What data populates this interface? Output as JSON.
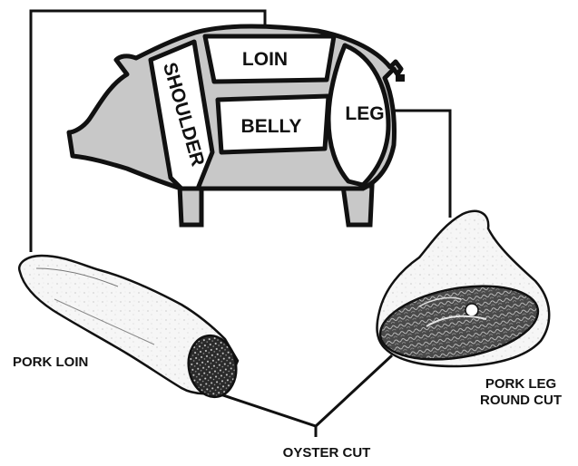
{
  "diagram": {
    "pig_cuts": {
      "loin": "LOIN",
      "shoulder": "SHOULDER",
      "belly": "BELLY",
      "leg": "LEG"
    },
    "captions": {
      "pork_loin": "PORK LOIN",
      "pork_leg_line1": "PORK LEG",
      "pork_leg_line2": "ROUND CUT",
      "oyster_cut": "OYSTER CUT"
    },
    "colors": {
      "ink": "#111111",
      "pig_fill": "#c8c8c8",
      "panel_fill": "#ffffff",
      "meat_dark": "#3a3a3a"
    }
  }
}
